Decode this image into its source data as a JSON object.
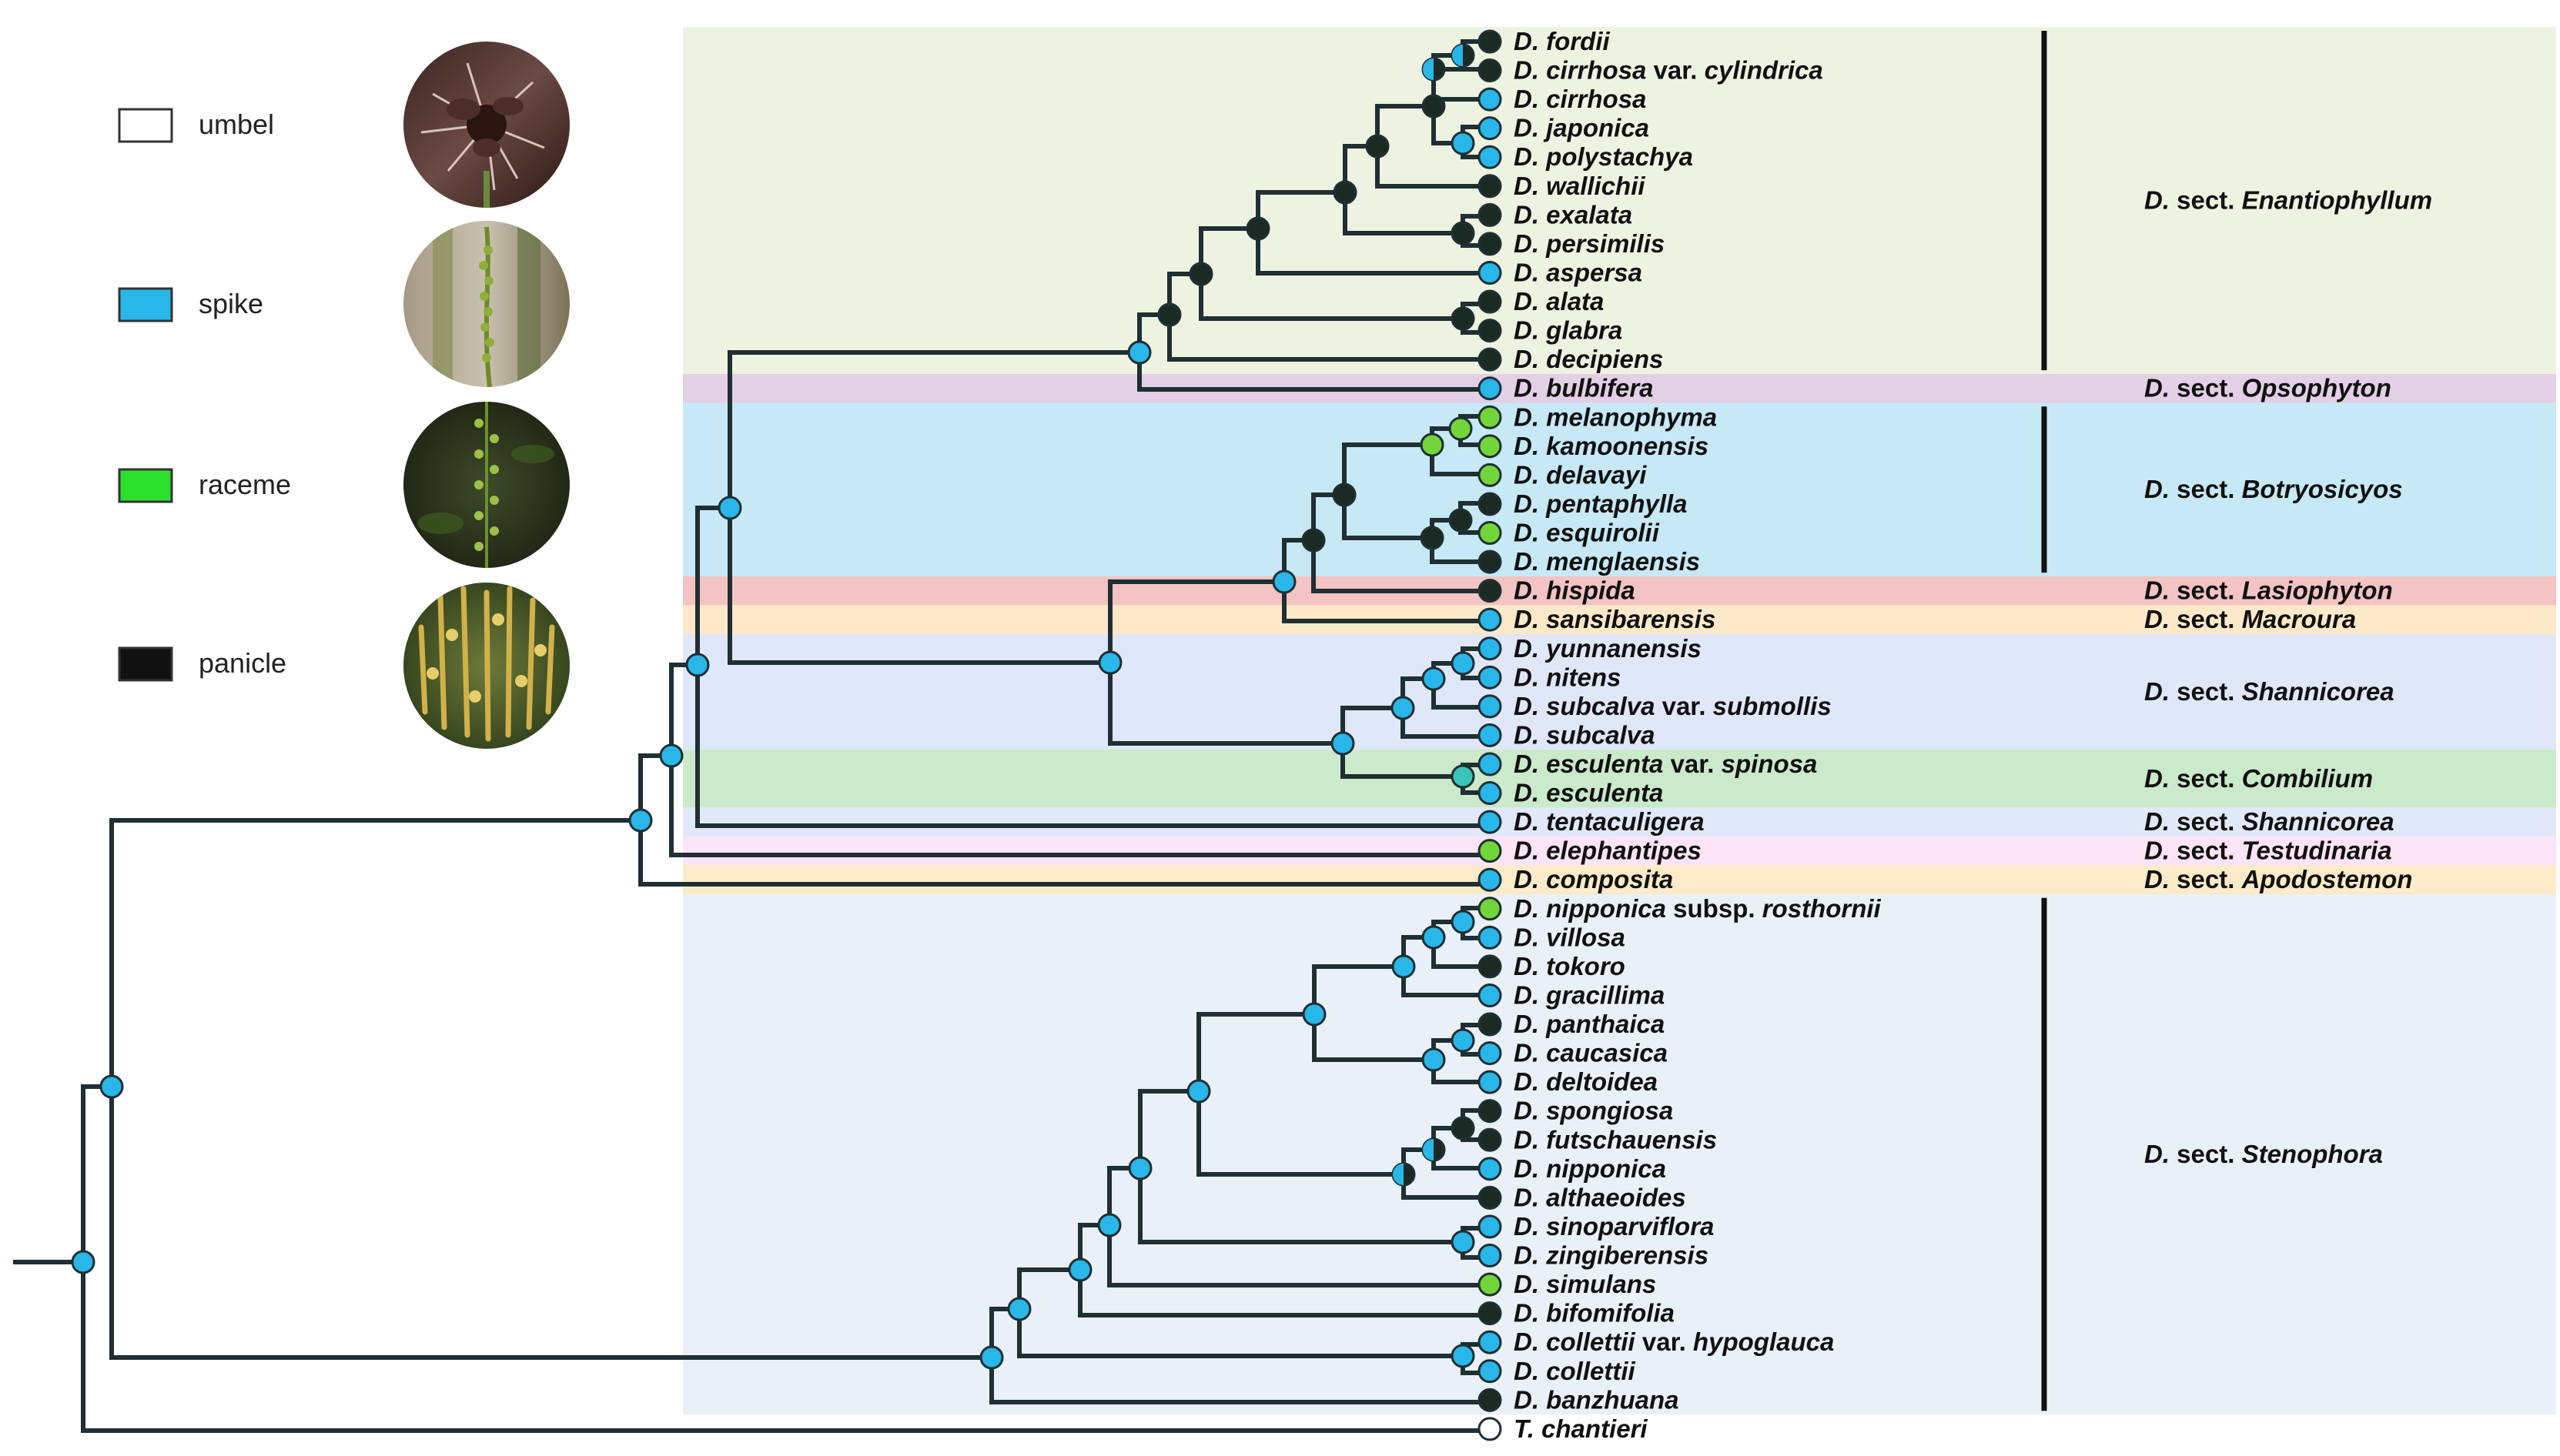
{
  "legend": [
    {
      "label": "umbel",
      "color": "#ffffff"
    },
    {
      "label": "spike",
      "color": "#29b6e8"
    },
    {
      "label": "raceme",
      "color": "#2ee02e"
    },
    {
      "label": "panicle",
      "color": "#111111"
    }
  ],
  "taxa": [
    {
      "parts": [
        {
          "t": "D. fordii"
        }
      ],
      "state": "panicle"
    },
    {
      "parts": [
        {
          "t": "D. cirrhosa "
        },
        {
          "t": "var.",
          "up": true
        },
        {
          "t": " cylindrica"
        }
      ],
      "state": "panicle"
    },
    {
      "parts": [
        {
          "t": "D. cirrhosa"
        }
      ],
      "state": "spike"
    },
    {
      "parts": [
        {
          "t": "D. japonica"
        }
      ],
      "state": "spike"
    },
    {
      "parts": [
        {
          "t": "D. polystachya"
        }
      ],
      "state": "spike"
    },
    {
      "parts": [
        {
          "t": "D. wallichii"
        }
      ],
      "state": "panicle"
    },
    {
      "parts": [
        {
          "t": "D. exalata"
        }
      ],
      "state": "panicle"
    },
    {
      "parts": [
        {
          "t": "D. persimilis"
        }
      ],
      "state": "panicle"
    },
    {
      "parts": [
        {
          "t": "D. aspersa"
        }
      ],
      "state": "spike"
    },
    {
      "parts": [
        {
          "t": "D. alata"
        }
      ],
      "state": "panicle"
    },
    {
      "parts": [
        {
          "t": "D. glabra"
        }
      ],
      "state": "panicle"
    },
    {
      "parts": [
        {
          "t": "D. decipiens"
        }
      ],
      "state": "panicle"
    },
    {
      "parts": [
        {
          "t": "D. bulbifera"
        }
      ],
      "state": "spike"
    },
    {
      "parts": [
        {
          "t": "D. melanophyma"
        }
      ],
      "state": "raceme"
    },
    {
      "parts": [
        {
          "t": "D. kamoonensis"
        }
      ],
      "state": "raceme"
    },
    {
      "parts": [
        {
          "t": "D. delavayi"
        }
      ],
      "state": "raceme"
    },
    {
      "parts": [
        {
          "t": "D. pentaphylla"
        }
      ],
      "state": "panicle"
    },
    {
      "parts": [
        {
          "t": "D. esquirolii"
        }
      ],
      "state": "raceme"
    },
    {
      "parts": [
        {
          "t": "D. menglaensis"
        }
      ],
      "state": "panicle"
    },
    {
      "parts": [
        {
          "t": "D. hispida"
        }
      ],
      "state": "panicle"
    },
    {
      "parts": [
        {
          "t": "D. sansibarensis"
        }
      ],
      "state": "spike"
    },
    {
      "parts": [
        {
          "t": "D. yunnanensis"
        }
      ],
      "state": "spike"
    },
    {
      "parts": [
        {
          "t": "D. nitens"
        }
      ],
      "state": "spike"
    },
    {
      "parts": [
        {
          "t": "D. subcalva "
        },
        {
          "t": "var.",
          "up": true
        },
        {
          "t": " submollis"
        }
      ],
      "state": "spike"
    },
    {
      "parts": [
        {
          "t": "D. subcalva"
        }
      ],
      "state": "spike"
    },
    {
      "parts": [
        {
          "t": "D. esculenta "
        },
        {
          "t": "var.",
          "up": true
        },
        {
          "t": " spinosa"
        }
      ],
      "state": "spike"
    },
    {
      "parts": [
        {
          "t": "D. esculenta"
        }
      ],
      "state": "spike"
    },
    {
      "parts": [
        {
          "t": "D. tentaculigera"
        }
      ],
      "state": "spike"
    },
    {
      "parts": [
        {
          "t": "D. elephantipes"
        }
      ],
      "state": "raceme"
    },
    {
      "parts": [
        {
          "t": "D. composita"
        }
      ],
      "state": "spike"
    },
    {
      "parts": [
        {
          "t": "D. nipponica "
        },
        {
          "t": "subsp.",
          "up": true
        },
        {
          "t": " rosthornii"
        }
      ],
      "state": "raceme"
    },
    {
      "parts": [
        {
          "t": "D. villosa"
        }
      ],
      "state": "spike"
    },
    {
      "parts": [
        {
          "t": "D. tokoro"
        }
      ],
      "state": "panicle"
    },
    {
      "parts": [
        {
          "t": "D. gracillima"
        }
      ],
      "state": "spike"
    },
    {
      "parts": [
        {
          "t": "D. panthaica"
        }
      ],
      "state": "panicle"
    },
    {
      "parts": [
        {
          "t": "D. caucasica"
        }
      ],
      "state": "spike"
    },
    {
      "parts": [
        {
          "t": "D. deltoidea"
        }
      ],
      "state": "spike"
    },
    {
      "parts": [
        {
          "t": "D. spongiosa"
        }
      ],
      "state": "panicle"
    },
    {
      "parts": [
        {
          "t": "D. futschauensis"
        }
      ],
      "state": "panicle"
    },
    {
      "parts": [
        {
          "t": "D. nipponica"
        }
      ],
      "state": "spike"
    },
    {
      "parts": [
        {
          "t": "D. althaeoides"
        }
      ],
      "state": "panicle"
    },
    {
      "parts": [
        {
          "t": "D. sinoparviflora"
        }
      ],
      "state": "spike"
    },
    {
      "parts": [
        {
          "t": "D. zingiberensis"
        }
      ],
      "state": "spike"
    },
    {
      "parts": [
        {
          "t": "D. simulans"
        }
      ],
      "state": "raceme"
    },
    {
      "parts": [
        {
          "t": "D. bifomifolia"
        }
      ],
      "state": "panicle"
    },
    {
      "parts": [
        {
          "t": "D. collettii "
        },
        {
          "t": "var.",
          "up": true
        },
        {
          "t": " hypoglauca"
        }
      ],
      "state": "spike"
    },
    {
      "parts": [
        {
          "t": "D. collettii"
        }
      ],
      "state": "spike"
    },
    {
      "parts": [
        {
          "t": "D. banzhuana"
        }
      ],
      "state": "panicle"
    },
    {
      "parts": [
        {
          "t": "T. chantieri"
        }
      ],
      "state": "umbel"
    }
  ],
  "sections": [
    {
      "label": "D. sect. Enantiophyllum",
      "from": 0,
      "to": 11,
      "color": "#eef3e1",
      "bar": true
    },
    {
      "label": "D. sect. Opsophyton",
      "from": 12,
      "to": 12,
      "color": "#e4d0e6",
      "bar": false
    },
    {
      "label": "D. sect. Botryosicyos",
      "from": 13,
      "to": 18,
      "color": "#c7e8f5",
      "bar": true
    },
    {
      "label": "D. sect. Lasiophyton",
      "from": 19,
      "to": 19,
      "color": "#f4c3c3",
      "bar": false
    },
    {
      "label": "D. sect. Macroura",
      "from": 20,
      "to": 20,
      "color": "#fbe9c9",
      "bar": false
    },
    {
      "label": "D. sect. Shannicorea",
      "from": 21,
      "to": 24,
      "color": "#dfe7f8",
      "bar": false
    },
    {
      "label": "D. sect. Combilium",
      "from": 25,
      "to": 26,
      "color": "#cbe9cb",
      "bar": false
    },
    {
      "label": "D. sect. Shannicorea",
      "from": 27,
      "to": 27,
      "color": "#e1e8f8",
      "bar": false
    },
    {
      "label": "D. sect. Testudinaria",
      "from": 28,
      "to": 28,
      "color": "#fbe4f5",
      "bar": false
    },
    {
      "label": "D. sect. Apodostemon",
      "from": 29,
      "to": 29,
      "color": "#fcebc8",
      "bar": false
    },
    {
      "label": "D. sect. Stenophora",
      "from": 30,
      "to": 47,
      "color": "#e9f0f8",
      "bar": true
    }
  ]
}
